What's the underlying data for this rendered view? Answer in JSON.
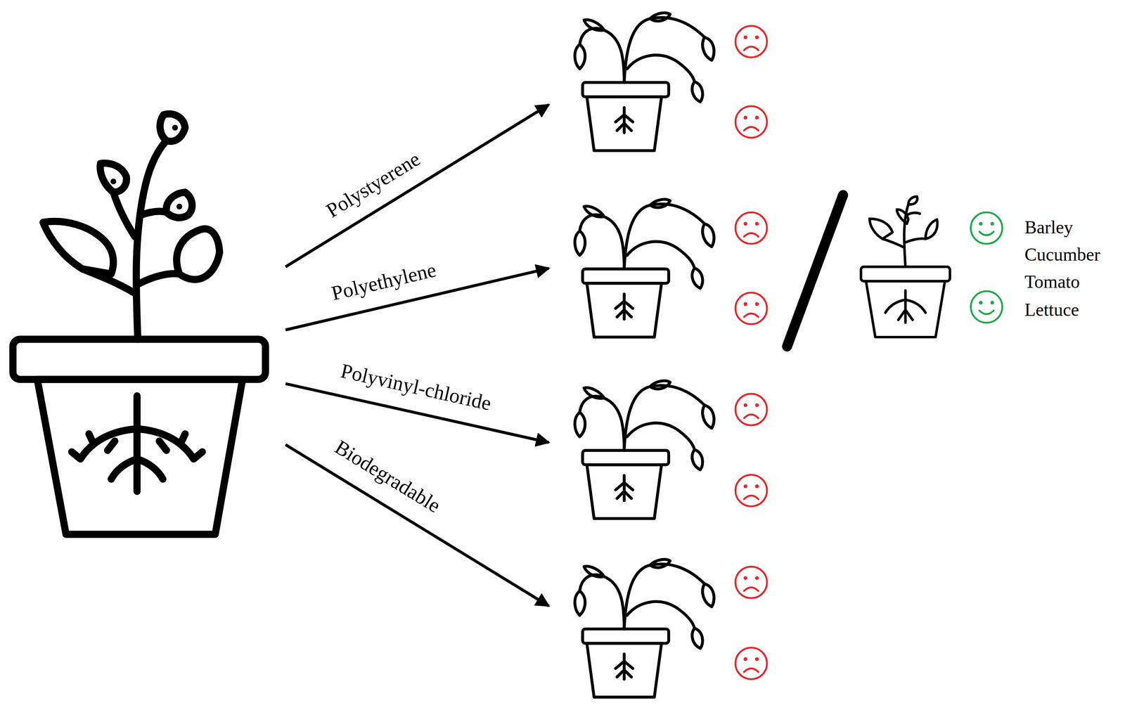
{
  "diagram": {
    "labels": [
      "Polystyerene",
      "Polyethylene",
      "Polyvinyl-chloride",
      "Biodegradable",
      "Barley",
      "Cucumber",
      "Tomato",
      "Lettuce"
    ]
  }
}
